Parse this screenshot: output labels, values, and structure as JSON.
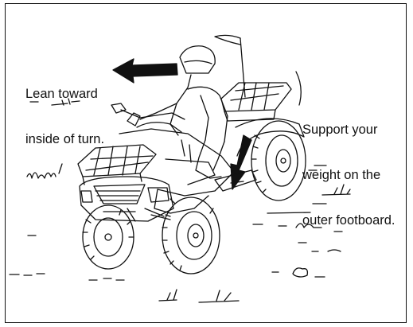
{
  "figure": {
    "lean_label_line1": "Lean toward",
    "lean_label_line2": "inside of turn.",
    "support_label_line1": "Support your",
    "support_label_line2": "weight on the",
    "support_label_line3": "outer footboard."
  },
  "colors": {
    "ink": "#111111",
    "background": "#ffffff"
  }
}
